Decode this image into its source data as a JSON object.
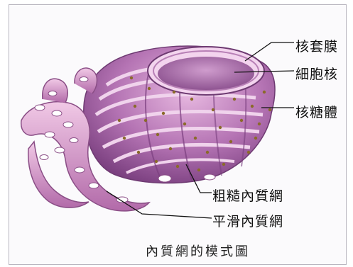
{
  "labels": {
    "nuclear_envelope": "核套膜",
    "nucleus": "細胞核",
    "ribosome": "核糖體",
    "rough_er": "粗糙內質網",
    "smooth_er": "平滑內質網"
  },
  "caption": "內質網的模式圖",
  "colors": {
    "er_light": "#d99bd0",
    "er_mid": "#b574b4",
    "er_dark": "#8c4c8f",
    "ribosome": "#8a6a2a",
    "leader_line": "#111111"
  }
}
